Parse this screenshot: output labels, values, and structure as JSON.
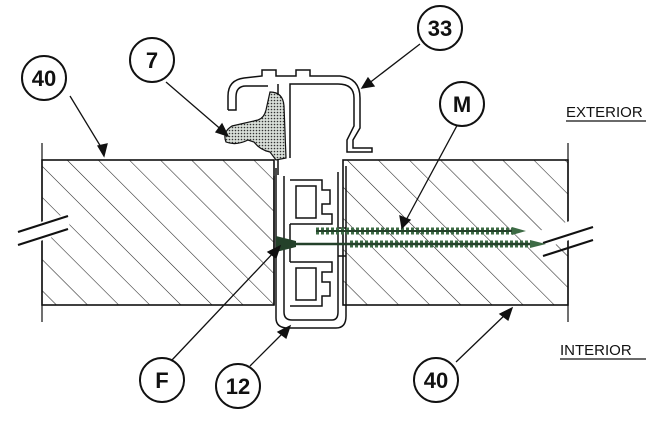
{
  "callouts": {
    "left_panel": "40",
    "gasket": "7",
    "cap_profile": "33",
    "screw": "M",
    "fixing_point": "F",
    "frame_profile": "12",
    "right_panel": "40"
  },
  "side_labels": {
    "top": "EXTERIOR",
    "bottom": "INTERIOR"
  },
  "colors": {
    "line": "#111111",
    "screw": "#3d6b45",
    "gasket": "#9aa89c"
  }
}
